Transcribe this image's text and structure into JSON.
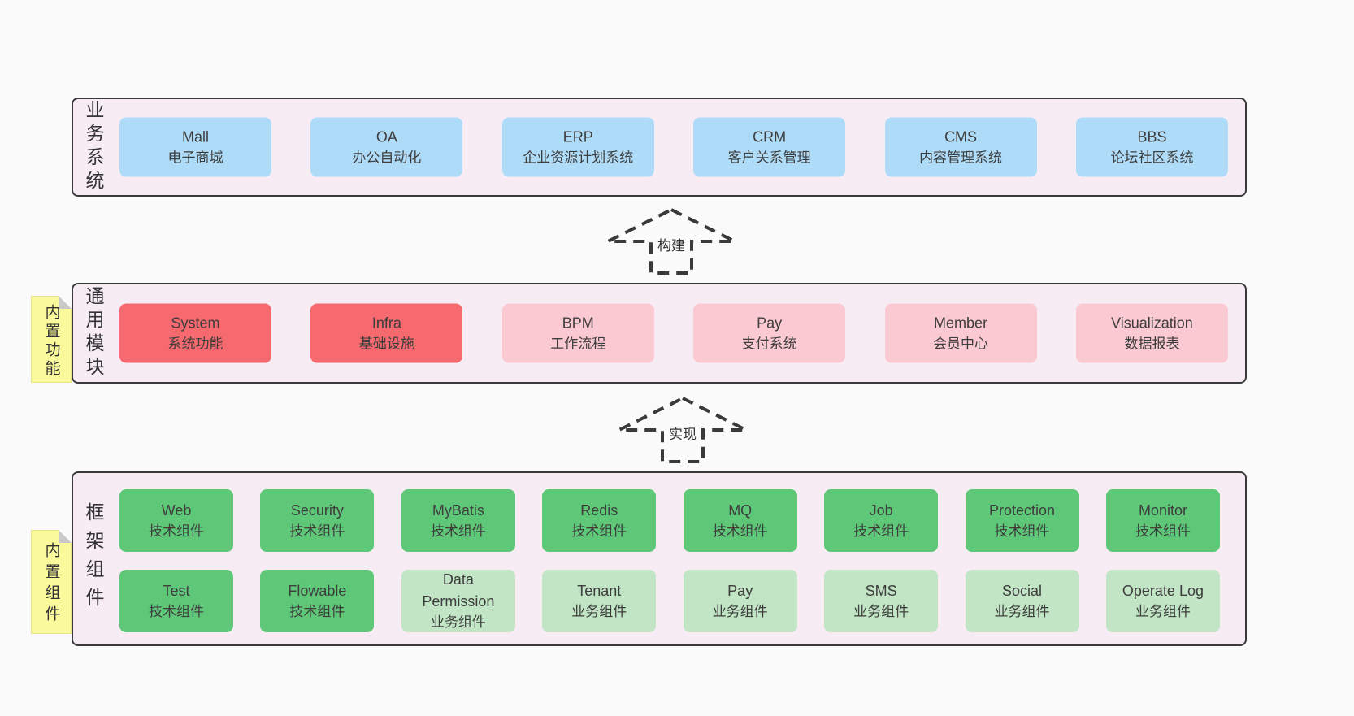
{
  "colors": {
    "page_bg": "#fafafa",
    "section_bg": "#f8ecf4",
    "section_border": "#3a3a3a",
    "blue": "#aedcf8",
    "red": "#f5696f",
    "pink": "#fbc9d2",
    "green": "#5ec878",
    "lightgreen": "#c1e5c5",
    "sticky_yellow": "#fafa9d",
    "text": "#3d3d3d"
  },
  "sections": [
    {
      "id": "business-systems",
      "label": "业务系统",
      "boxes": [
        {
          "title": "Mall",
          "subtitle": "电子商城",
          "color": "blue"
        },
        {
          "title": "OA",
          "subtitle": "办公自动化",
          "color": "blue"
        },
        {
          "title": "ERP",
          "subtitle": "企业资源计划系统",
          "color": "blue"
        },
        {
          "title": "CRM",
          "subtitle": "客户关系管理",
          "color": "blue"
        },
        {
          "title": "CMS",
          "subtitle": "内容管理系统",
          "color": "blue"
        },
        {
          "title": "BBS",
          "subtitle": "论坛社区系统",
          "color": "blue"
        }
      ]
    },
    {
      "id": "common-modules",
      "label": "通用模块",
      "note": "内置功能",
      "boxes": [
        {
          "title": "System",
          "subtitle": "系统功能",
          "color": "red"
        },
        {
          "title": "Infra",
          "subtitle": "基础设施",
          "color": "red"
        },
        {
          "title": "BPM",
          "subtitle": "工作流程",
          "color": "pink"
        },
        {
          "title": "Pay",
          "subtitle": "支付系统",
          "color": "pink"
        },
        {
          "title": "Member",
          "subtitle": "会员中心",
          "color": "pink"
        },
        {
          "title": "Visualization",
          "subtitle": "数据报表",
          "color": "pink"
        }
      ]
    },
    {
      "id": "framework-components",
      "label": "框架组件",
      "note": "内置组件",
      "rows": [
        [
          {
            "title": "Web",
            "subtitle": "技术组件",
            "color": "green"
          },
          {
            "title": "Security",
            "subtitle": "技术组件",
            "color": "green"
          },
          {
            "title": "MyBatis",
            "subtitle": "技术组件",
            "color": "green"
          },
          {
            "title": "Redis",
            "subtitle": "技术组件",
            "color": "green"
          },
          {
            "title": "MQ",
            "subtitle": "技术组件",
            "color": "green"
          },
          {
            "title": "Job",
            "subtitle": "技术组件",
            "color": "green"
          },
          {
            "title": "Protection",
            "subtitle": "技术组件",
            "color": "green"
          },
          {
            "title": "Monitor",
            "subtitle": "技术组件",
            "color": "green"
          }
        ],
        [
          {
            "title": "Test",
            "subtitle": "技术组件",
            "color": "green"
          },
          {
            "title": "Flowable",
            "subtitle": "技术组件",
            "color": "green"
          },
          {
            "title": "Data Permission",
            "subtitle": "业务组件",
            "color": "lightgreen"
          },
          {
            "title": "Tenant",
            "subtitle": "业务组件",
            "color": "lightgreen"
          },
          {
            "title": "Pay",
            "subtitle": "业务组件",
            "color": "lightgreen"
          },
          {
            "title": "SMS",
            "subtitle": "业务组件",
            "color": "lightgreen"
          },
          {
            "title": "Social",
            "subtitle": "业务组件",
            "color": "lightgreen"
          },
          {
            "title": "Operate Log",
            "subtitle": "业务组件",
            "color": "lightgreen"
          }
        ]
      ]
    }
  ],
  "arrows": [
    {
      "label": "构建"
    },
    {
      "label": "实现"
    }
  ]
}
